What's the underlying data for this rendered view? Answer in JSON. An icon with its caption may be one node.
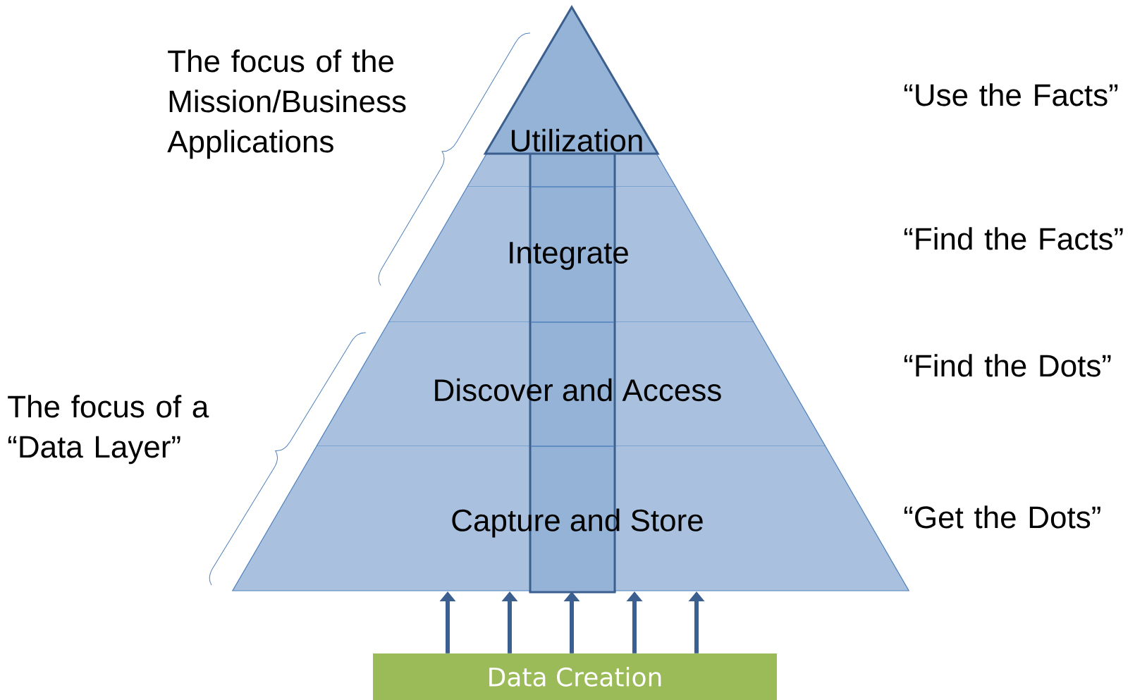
{
  "diagram": {
    "nodes": [
      {
        "text": [
          "Utilization"
        ]
      },
      {
        "text": [
          "Integrate"
        ]
      },
      {
        "text": [
          "Discover and Access"
        ]
      },
      {
        "text": [
          "Capture and Store"
        ]
      },
      {
        "text": [
          "Data Creation"
        ]
      }
    ],
    "edges": [
      {
        "from": 4,
        "to": 3,
        "arrow": "to"
      },
      {
        "from": 4,
        "to": 3,
        "arrow": "to"
      },
      {
        "from": 4,
        "to": 3,
        "arrow": "to"
      },
      {
        "from": 4,
        "to": 3,
        "arrow": "to"
      },
      {
        "from": 4,
        "to": 3,
        "arrow": "to"
      }
    ],
    "labels": [
      "The focus of the Mission/Business Applications",
      "The focus of a “Data Layer”",
      "“Use the Facts”",
      "“Find the Facts”",
      "“Find the Dots”",
      "“Get the Dots”"
    ]
  }
}
